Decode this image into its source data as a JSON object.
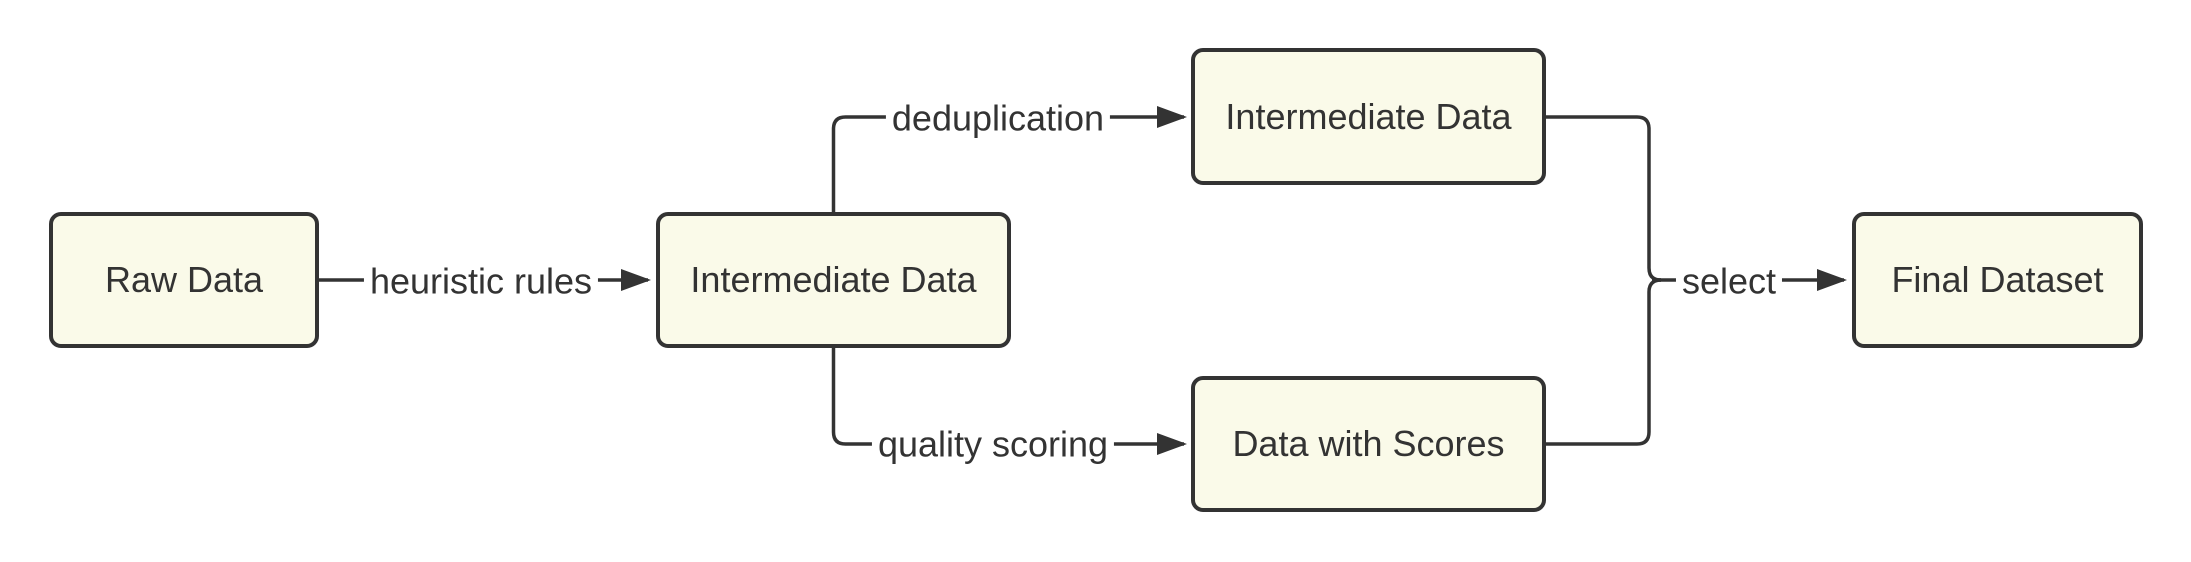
{
  "diagram": {
    "type": "flowchart",
    "direction": "left-to-right",
    "colors": {
      "background": "#ffffff",
      "node_fill": "#fafae9",
      "node_border": "#333333",
      "line": "#333333",
      "text": "#333333"
    },
    "nodes": [
      {
        "id": "raw-data",
        "label": "Raw Data"
      },
      {
        "id": "intermediate-mid",
        "label": "Intermediate Data"
      },
      {
        "id": "intermediate-top",
        "label": "Intermediate Data"
      },
      {
        "id": "data-with-scores",
        "label": "Data with Scores"
      },
      {
        "id": "final-dataset",
        "label": "Final Dataset"
      }
    ],
    "edges": [
      {
        "from": "raw-data",
        "to": "intermediate-mid",
        "label": "heuristic rules"
      },
      {
        "from": "intermediate-mid",
        "to": "intermediate-top",
        "label": "deduplication"
      },
      {
        "from": "intermediate-mid",
        "to": "data-with-scores",
        "label": "quality scoring"
      },
      {
        "from": [
          "intermediate-top",
          "data-with-scores"
        ],
        "to": "final-dataset",
        "label": "select"
      }
    ]
  }
}
